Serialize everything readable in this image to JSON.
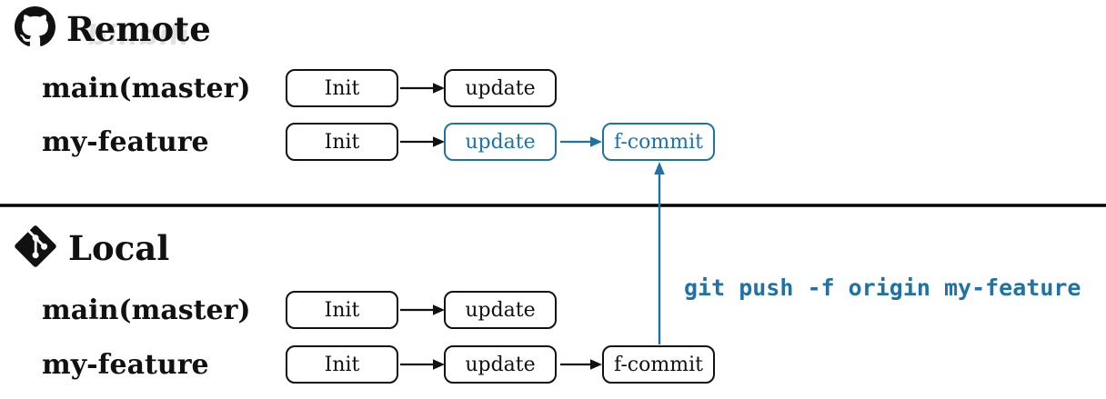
{
  "colors": {
    "accent_blue": "#1f72a8",
    "line_black": "#111111"
  },
  "watermark": "bilibili",
  "sections": {
    "remote": {
      "title": "Remote",
      "icon": "github-icon",
      "rows": [
        {
          "branch": "main(master)",
          "commits": [
            {
              "label": "Init",
              "highlight": false
            },
            {
              "label": "update",
              "highlight": false
            }
          ]
        },
        {
          "branch": "my-feature",
          "commits": [
            {
              "label": "Init",
              "highlight": false
            },
            {
              "label": "update",
              "highlight": true
            },
            {
              "label": "f-commit",
              "highlight": true
            }
          ]
        }
      ]
    },
    "local": {
      "title": "Local",
      "icon": "git-icon",
      "rows": [
        {
          "branch": "main(master)",
          "commits": [
            {
              "label": "Init",
              "highlight": false
            },
            {
              "label": "update",
              "highlight": false
            }
          ]
        },
        {
          "branch": "my-feature",
          "commits": [
            {
              "label": "Init",
              "highlight": false
            },
            {
              "label": "update",
              "highlight": false
            },
            {
              "label": "f-commit",
              "highlight": false
            }
          ]
        }
      ]
    }
  },
  "annotation": {
    "command": "git push -f origin my-feature"
  }
}
